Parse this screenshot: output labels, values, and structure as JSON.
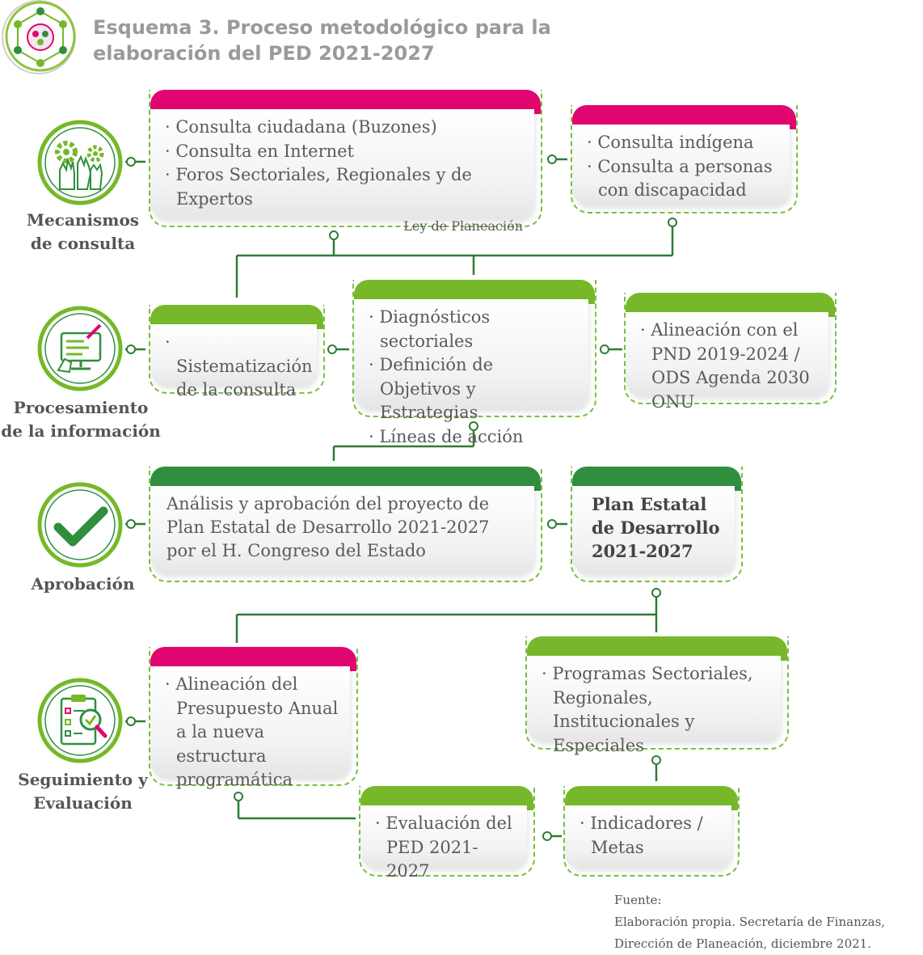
{
  "title": {
    "line1": "Esquema 3. Proceso metodológico para la",
    "line2": "elaboración del PED 2021-2027"
  },
  "colors": {
    "magenta": "#e1066f",
    "light_green": "#76b82a",
    "dark_green": "#2f8f3f",
    "dashed_border": "#7bbf3f",
    "connector": "#2e7d32",
    "text": "#5a5a5a"
  },
  "sections": {
    "consulta": {
      "label1": "Mecanismos",
      "label2": "de consulta",
      "icon": "gears-hands-icon"
    },
    "procesamiento": {
      "label1": "Procesamiento",
      "label2": "de la información",
      "icon": "computer-hand-icon"
    },
    "aprobacion": {
      "label1": "Aprobación",
      "icon": "checkmark-icon"
    },
    "seguimiento": {
      "label1": "Seguimiento y",
      "label2": "Evaluación",
      "icon": "clipboard-magnifier-icon"
    }
  },
  "boxes": {
    "consulta_main": {
      "items": [
        "Consulta ciudadana (Buzones)",
        "Consulta en Internet",
        "Foros Sectoriales, Regionales y de Expertos"
      ],
      "note": "Ley de Planeación"
    },
    "consulta_indigena": {
      "items": [
        "Consulta indígena",
        "Consulta a personas con discapacidad"
      ]
    },
    "sistematizacion": {
      "items": [
        "Sistematización de la consulta"
      ]
    },
    "diagnosticos": {
      "items": [
        "Diagnósticos sectoriales",
        "Definición de Objetivos y Estrategias",
        "Líneas de acción"
      ]
    },
    "alineacion_pnd": {
      "items": [
        "Alineación con el PND 2019-2024 / ODS Agenda 2030 ONU"
      ]
    },
    "analisis": {
      "text": "Análisis y aprobación del proyecto de Plan Estatal de Desarrollo 2021-2027 por el H. Congreso del Estado"
    },
    "ped": {
      "text": "Plan Estatal de Desarrollo 2021-2027"
    },
    "presupuesto": {
      "items": [
        "Alineación del Presupuesto Anual a la nueva estructura programática"
      ]
    },
    "programas": {
      "items": [
        "Programas Sectoriales, Regionales, Institucionales y Especiales"
      ]
    },
    "evaluacion": {
      "items": [
        "Evaluación del PED 2021-2027"
      ]
    },
    "indicadores": {
      "items": [
        "Indicadores / Metas"
      ]
    }
  },
  "source": {
    "line1": "Fuente:",
    "line2": "Elaboración propia. Secretaría de Finanzas,",
    "line3": "Dirección de Planeación, diciembre 2021."
  }
}
